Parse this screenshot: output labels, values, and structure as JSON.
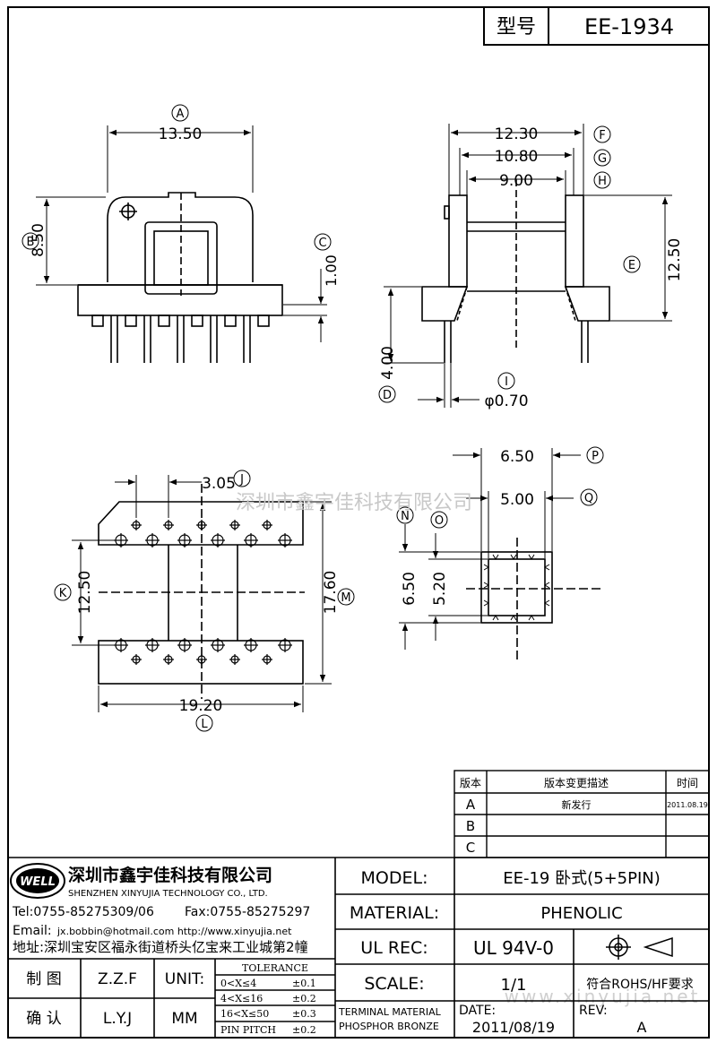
{
  "header": {
    "type_label": "型号",
    "type_value": "EE-1934"
  },
  "dims": {
    "A": "13.50",
    "B": "8.50",
    "C": "1.00",
    "D": "4.00",
    "E": "12.50",
    "F": "12.30",
    "G": "10.80",
    "H": "9.00",
    "I": "φ0.70",
    "J": "3.05",
    "K": "12.50",
    "L": "19.20",
    "M": "17.60",
    "N": "6.50",
    "O": "5.20",
    "P": "6.50",
    "Q": "5.00"
  },
  "markers": [
    "A",
    "B",
    "C",
    "D",
    "E",
    "F",
    "G",
    "H",
    "I",
    "J",
    "K",
    "L",
    "M",
    "N",
    "O",
    "P",
    "Q"
  ],
  "watermark": {
    "top": "深圳市鑫宇佳科技有限公司",
    "bottom": "www.xinyujia.net"
  },
  "revision": {
    "headers": {
      "ver": "版本",
      "desc": "版本变更描述",
      "time": "时间"
    },
    "rows": [
      {
        "ver": "A",
        "desc": "新发行",
        "time": "2011.08.19"
      },
      {
        "ver": "B",
        "desc": "",
        "time": ""
      },
      {
        "ver": "C",
        "desc": "",
        "time": ""
      }
    ]
  },
  "company": {
    "logo": "WELL",
    "name_cn": "深圳市鑫宇佳科技有限公司",
    "name_en": "SHENZHEN XINYUJIA TECHNOLOGY CO., LTD.",
    "tel": "Tel:0755-85275309/06",
    "fax": "Fax:0755-85275297",
    "email_label": "Email:",
    "email": "jx.bobbin@hotmail.com http://www.xinyujia.net",
    "address": "地址:深圳宝安区福永街道桥头亿宝来工业城第2幢"
  },
  "titleblock": {
    "model_label": "MODEL:",
    "model_value": "EE-19 卧式(5+5PIN)",
    "material_label": "MATERIAL:",
    "material_value": "PHENOLIC",
    "ulrec_label": "UL REC:",
    "ulrec_value": "UL 94V-0",
    "scale_label": "SCALE:",
    "scale_value": "1/1",
    "rohs": "符合ROHS/HF要求",
    "date_label": "DATE:",
    "date_value": "2011/08/19",
    "rev_label": "REV:",
    "rev_value": "A",
    "terminal_1": "TERMINAL MATERIAL",
    "terminal_2": "PHOSPHOR BRONZE",
    "drawn_label": "制 图",
    "drawn_value": "Z.Z.F",
    "checked_label": "确 认",
    "checked_value": "L.Y.J",
    "unit_label": "UNIT:",
    "unit_value": "MM",
    "tolerance_title": "TOLERANCE",
    "tolerance": [
      {
        "range": "0<X≤4",
        "tol": "±0.1"
      },
      {
        "range": "4<X≤16",
        "tol": "±0.2"
      },
      {
        "range": "16<X≤50",
        "tol": "±0.3"
      },
      {
        "range": "PIN PITCH",
        "tol": "±0.2"
      }
    ]
  }
}
